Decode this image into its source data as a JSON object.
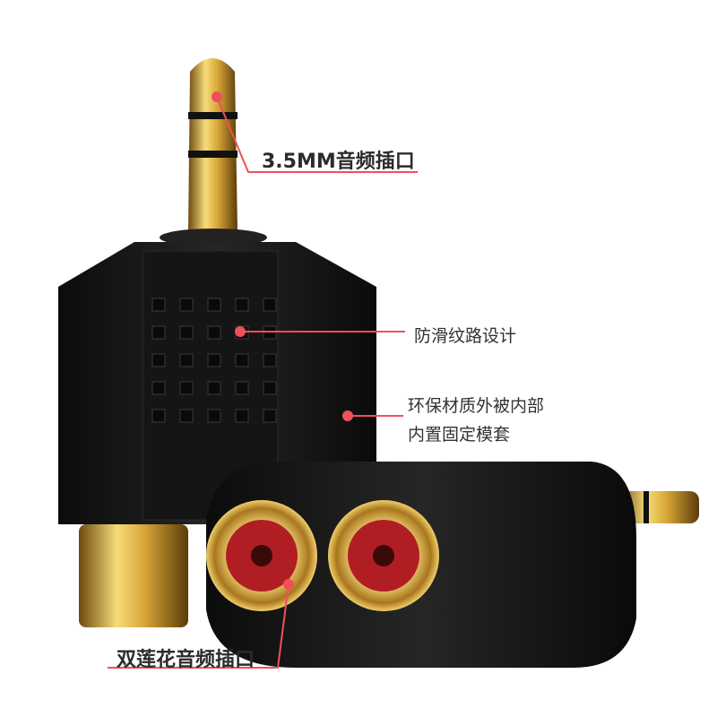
{
  "annotations": {
    "jack_label": "3.5MM音频插口",
    "grip_label": "防滑纹路设计",
    "material_line1": "环保材质外被内部",
    "material_line2": "内置固定模套",
    "rca_label": "双莲花音频插口"
  },
  "colors": {
    "accent_line": "#f0505a",
    "gold": "#d4a437",
    "body": "#141414",
    "rca_inner": "#b01e24"
  }
}
